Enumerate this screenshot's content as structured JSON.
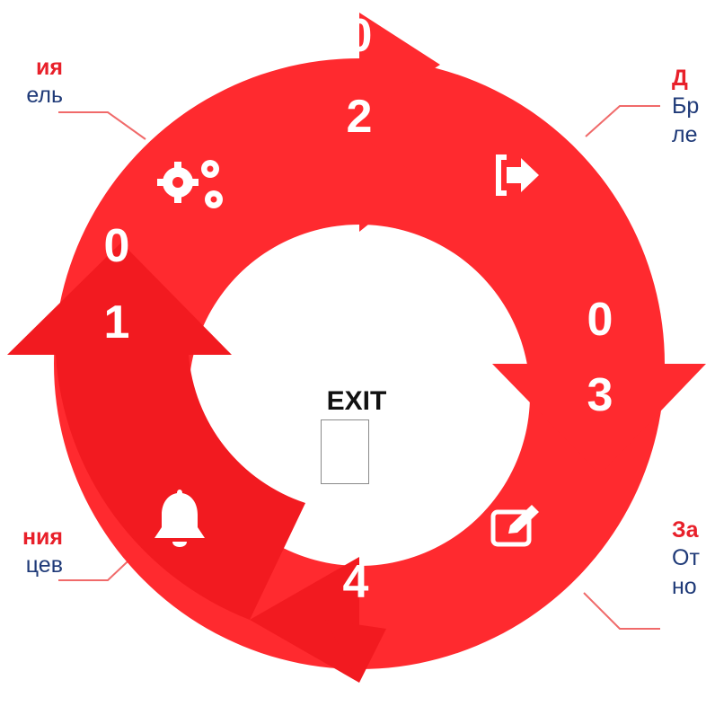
{
  "steps": [
    {
      "number_top": "0",
      "number_bottom": "1",
      "icon": "gears-icon"
    },
    {
      "number_top": "0",
      "number_bottom": "2",
      "icon": "sign-in-icon"
    },
    {
      "number_top": "0",
      "number_bottom": "3",
      "icon": "edit-icon"
    },
    {
      "number_top": "0",
      "number_bottom": "4",
      "icon": "bell-icon"
    }
  ],
  "labels": {
    "top_left": {
      "title": "ия",
      "text": "ель"
    },
    "top_right": {
      "title": "Д",
      "text_1": "Бр",
      "text_2": "ле"
    },
    "bottom_left": {
      "title": "ния",
      "text": "цев"
    },
    "bottom_right": {
      "title": "За",
      "text_1": "От",
      "text_2": "но"
    }
  },
  "center": {
    "exit_label": "EXIT"
  },
  "colors": {
    "ring_red": "#ff2a2f",
    "arrow_red": "#f21a20",
    "title_red": "#e8202a",
    "text_blue": "#1f3a78",
    "connector_red": "#f06a6a"
  }
}
